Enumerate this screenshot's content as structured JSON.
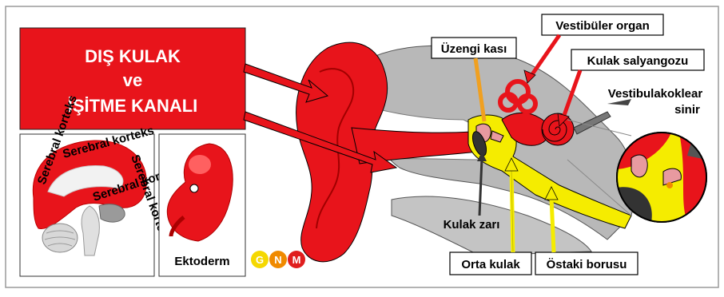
{
  "title_box": {
    "line1": "DIŞ KULAK",
    "line2": "ve",
    "line3": "İŞİTME KANALI"
  },
  "brain_panel": {
    "labels": [
      "Serebral korteks",
      "Serebral korteks",
      "Serebral korteks",
      "Serebral korteks"
    ]
  },
  "embryo_panel": {
    "label": "Ektoderm"
  },
  "logo": {
    "letters": [
      "G",
      "N",
      "M"
    ],
    "colors": [
      "#f5d800",
      "#f08a00",
      "#e01e1e"
    ]
  },
  "callouts": {
    "vestibuler_organ": "Vestibüler organ",
    "uzengi_kasi": "Üzengi kası",
    "kulak_salyangozu": "Kulak salyangozu",
    "vestibulakoklear_line1": "Vestibulakoklear",
    "vestibulakoklear_line2": "sinir",
    "kulak_zari": "Kulak zarı",
    "orta_kulak": "Orta kulak",
    "ostaki_borusu": "Östaki borusu"
  },
  "colors": {
    "red": "#e8141b",
    "yellow": "#f5ec00",
    "gray": "#b4b4b4",
    "orange": "#f0a020"
  }
}
